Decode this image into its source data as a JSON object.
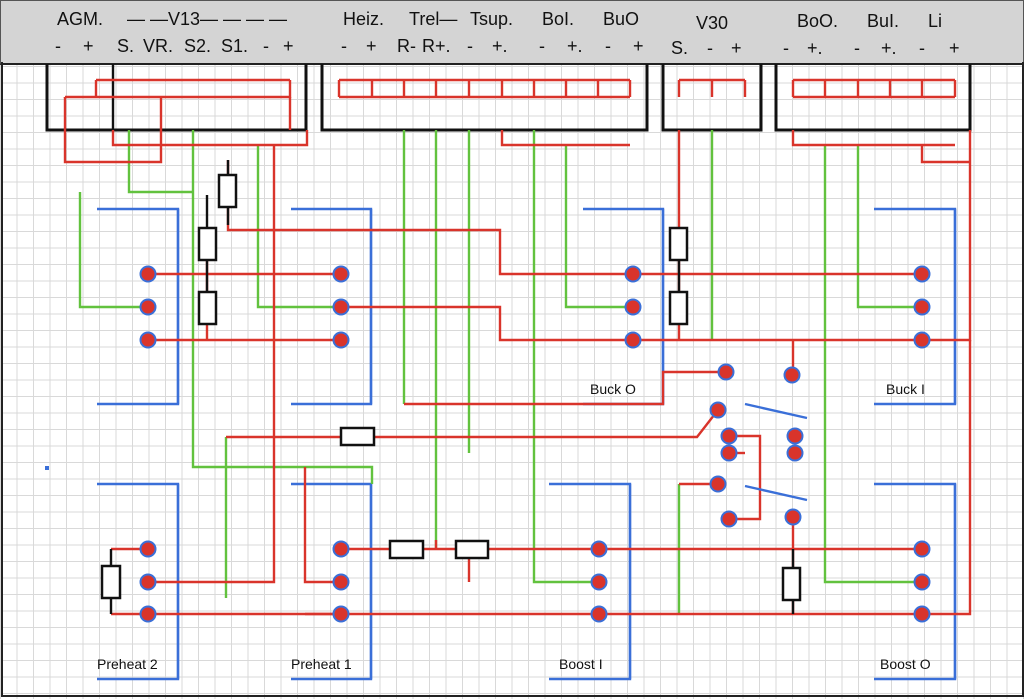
{
  "header": {
    "row1": [
      "AGM.",
      "— —V13— — — —",
      "Heiz.",
      "Trel—",
      "Tsup.",
      "BoI.",
      "BuO",
      "V30",
      "BoO.",
      "BuI.",
      "Li"
    ],
    "row2": [
      "-",
      "+",
      "S.",
      "VR.",
      "S2.",
      "S1.",
      "-",
      "+",
      "-",
      "+",
      "R-",
      "R+.",
      "-",
      "+.",
      "-",
      "+.",
      "-",
      "+",
      "S.",
      "-",
      "+",
      "-",
      "+.",
      "-",
      "+.",
      "-",
      "+"
    ]
  },
  "boards": [
    "Buck O",
    "Buck I",
    "Preheat 2",
    "Preheat 1",
    "Boost I",
    "Boost O"
  ],
  "colors": {
    "red": "#d9342b",
    "green": "#62c23e",
    "blue": "#3a6fd8",
    "black": "#111111"
  }
}
